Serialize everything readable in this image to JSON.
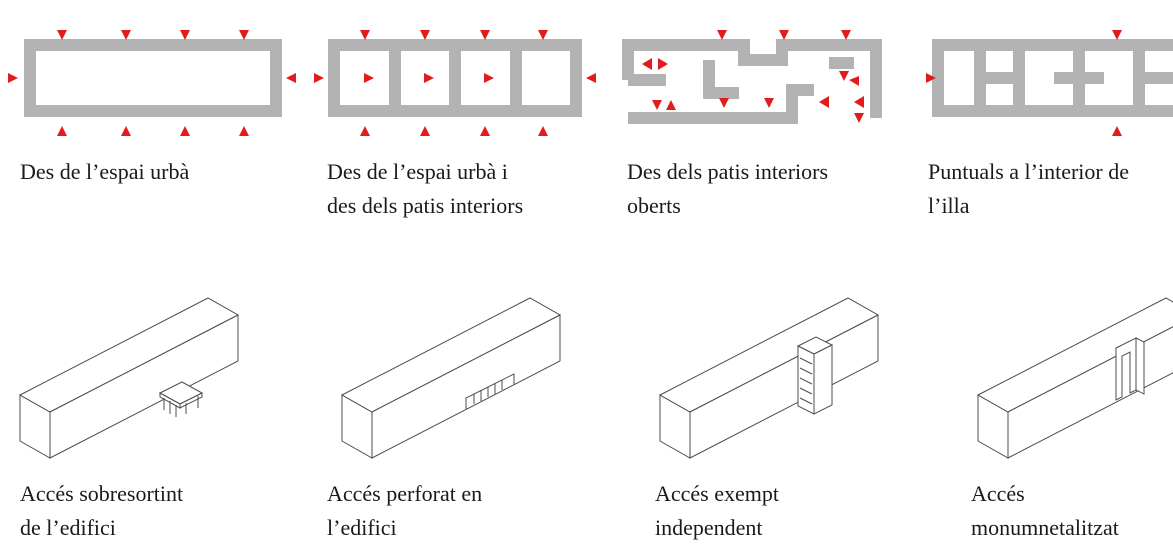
{
  "colors": {
    "wall": "#b3b3b3",
    "arrow": "#e21b1b",
    "line": "#4d4d4d"
  },
  "plans": [
    {
      "id": "urban",
      "lines": [
        "Des de l’espai urbà"
      ]
    },
    {
      "id": "urban-courtyards",
      "lines": [
        "Des de l’espai urbà i",
        "des dels patis interiors"
      ]
    },
    {
      "id": "open-courtyards",
      "lines": [
        "Des dels patis interiors",
        "oberts"
      ]
    },
    {
      "id": "punctual",
      "lines": [
        "Puntuals a l’interior de",
        "l’illa"
      ]
    }
  ],
  "volumes": [
    {
      "id": "protruding",
      "lines": [
        "Accés sobresortint",
        "de l’edifici"
      ]
    },
    {
      "id": "perforated",
      "lines": [
        "Accés perforat en",
        "l’edifici"
      ]
    },
    {
      "id": "freestanding",
      "lines": [
        "Accés exempt",
        "independent"
      ]
    },
    {
      "id": "monumental",
      "lines": [
        "Accés",
        "monumnetalitzat"
      ]
    }
  ]
}
